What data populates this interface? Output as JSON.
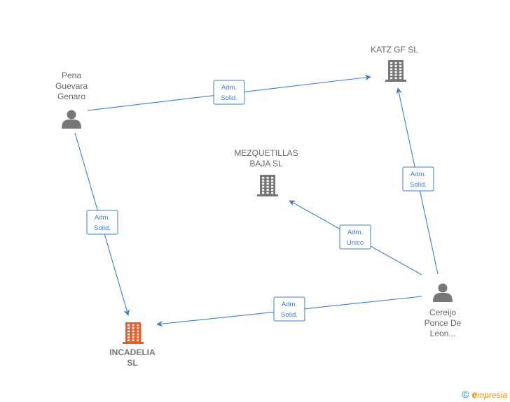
{
  "colors": {
    "edge": "#3a7fd0",
    "node_default": "#777777",
    "node_focus": "#f05a28"
  },
  "nodes": [
    {
      "id": "pena",
      "type": "person",
      "lines": [
        "Pena",
        "Guevara",
        "Genaro"
      ],
      "focus": false
    },
    {
      "id": "katz",
      "type": "company",
      "lines": [
        "KATZ GF  SL"
      ],
      "focus": false
    },
    {
      "id": "mezq",
      "type": "company",
      "lines": [
        "MEZQUETILLAS",
        "BAJA  SL"
      ],
      "focus": false
    },
    {
      "id": "incadelia",
      "type": "company",
      "lines": [
        "INCADELIA",
        "SL"
      ],
      "focus": true
    },
    {
      "id": "cereijo",
      "type": "person",
      "lines": [
        "Cereijo",
        "Ponce De",
        "Leon..."
      ],
      "focus": false
    }
  ],
  "edges": [
    {
      "from": "pena",
      "to": "katz",
      "label": [
        "Adm.",
        "Solid."
      ]
    },
    {
      "from": "pena",
      "to": "incadelia",
      "label": [
        "Adm.",
        "Solid."
      ]
    },
    {
      "from": "cereijo",
      "to": "katz",
      "label": [
        "Adm.",
        "Solid."
      ]
    },
    {
      "from": "cereijo",
      "to": "mezq",
      "label": [
        "Adm.",
        "Unico"
      ]
    },
    {
      "from": "cereijo",
      "to": "incadelia",
      "label": [
        "Adm.",
        "Solid."
      ]
    }
  ],
  "watermark": {
    "copyright": "©",
    "brand_initial": "e",
    "brand_rest": "mpresia"
  }
}
